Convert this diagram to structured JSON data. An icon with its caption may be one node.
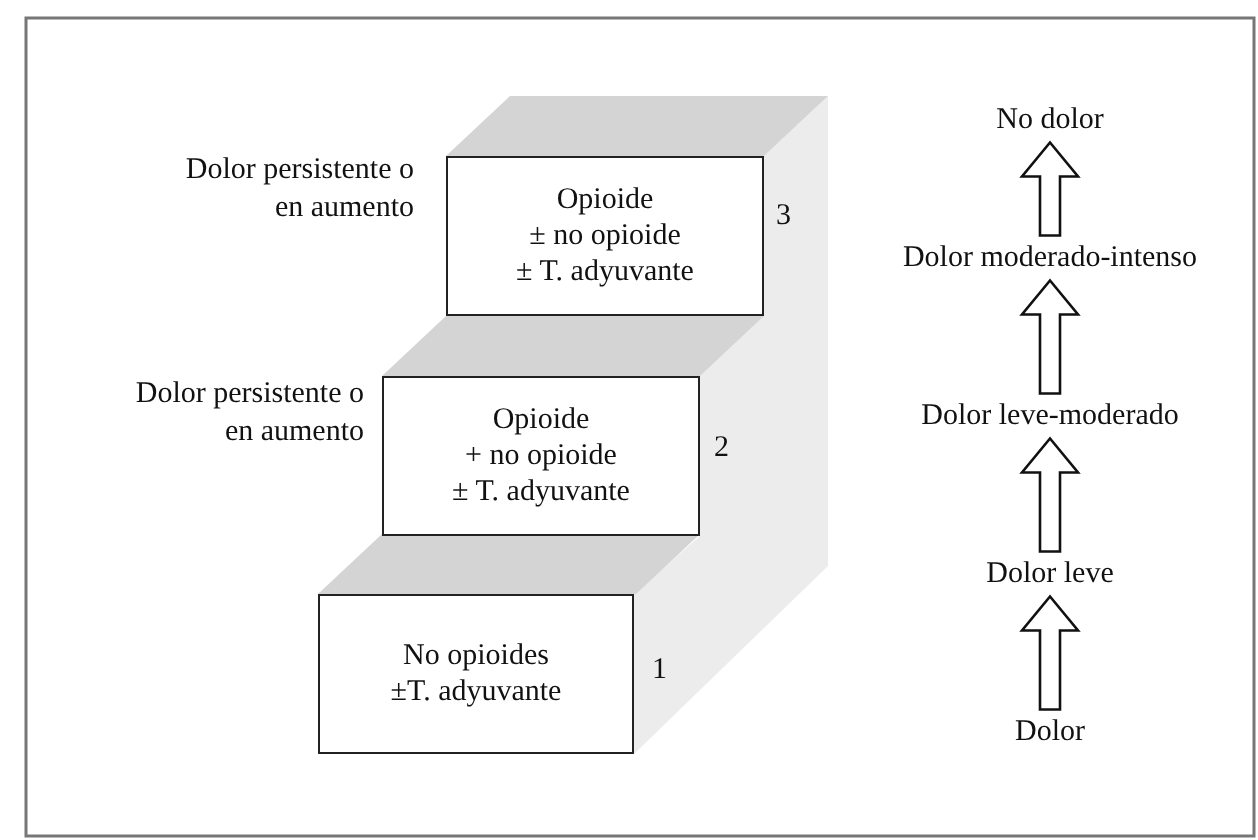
{
  "diagram": {
    "nodes": [
      {
        "text": [
          "Opioide",
          "± no opioide",
          "± T. adyuvante"
        ],
        "beside": [
          "Dolor persistente o en aumento",
          "3"
        ]
      },
      {
        "text": [
          "Opioide",
          "+ no opioide",
          "± T. adyuvante"
        ],
        "beside": [
          "Dolor persistente o en aumento",
          "2"
        ]
      },
      {
        "text": [
          "No opioides",
          "±T. adyuvante"
        ],
        "beside": [
          "1"
        ]
      },
      {
        "text": [
          "No dolor"
        ]
      },
      {
        "text": [
          "Dolor moderado-intenso"
        ]
      },
      {
        "text": [
          "Dolor leve-moderado"
        ]
      },
      {
        "text": [
          "Dolor leve"
        ]
      },
      {
        "text": [
          "Dolor"
        ]
      }
    ],
    "edges": [
      {
        "from": 4,
        "to": 3,
        "arrow": "to"
      },
      {
        "from": 5,
        "to": 4,
        "arrow": "to"
      },
      {
        "from": 6,
        "to": 5,
        "arrow": "to"
      },
      {
        "from": 7,
        "to": 6,
        "arrow": "to"
      }
    ]
  }
}
